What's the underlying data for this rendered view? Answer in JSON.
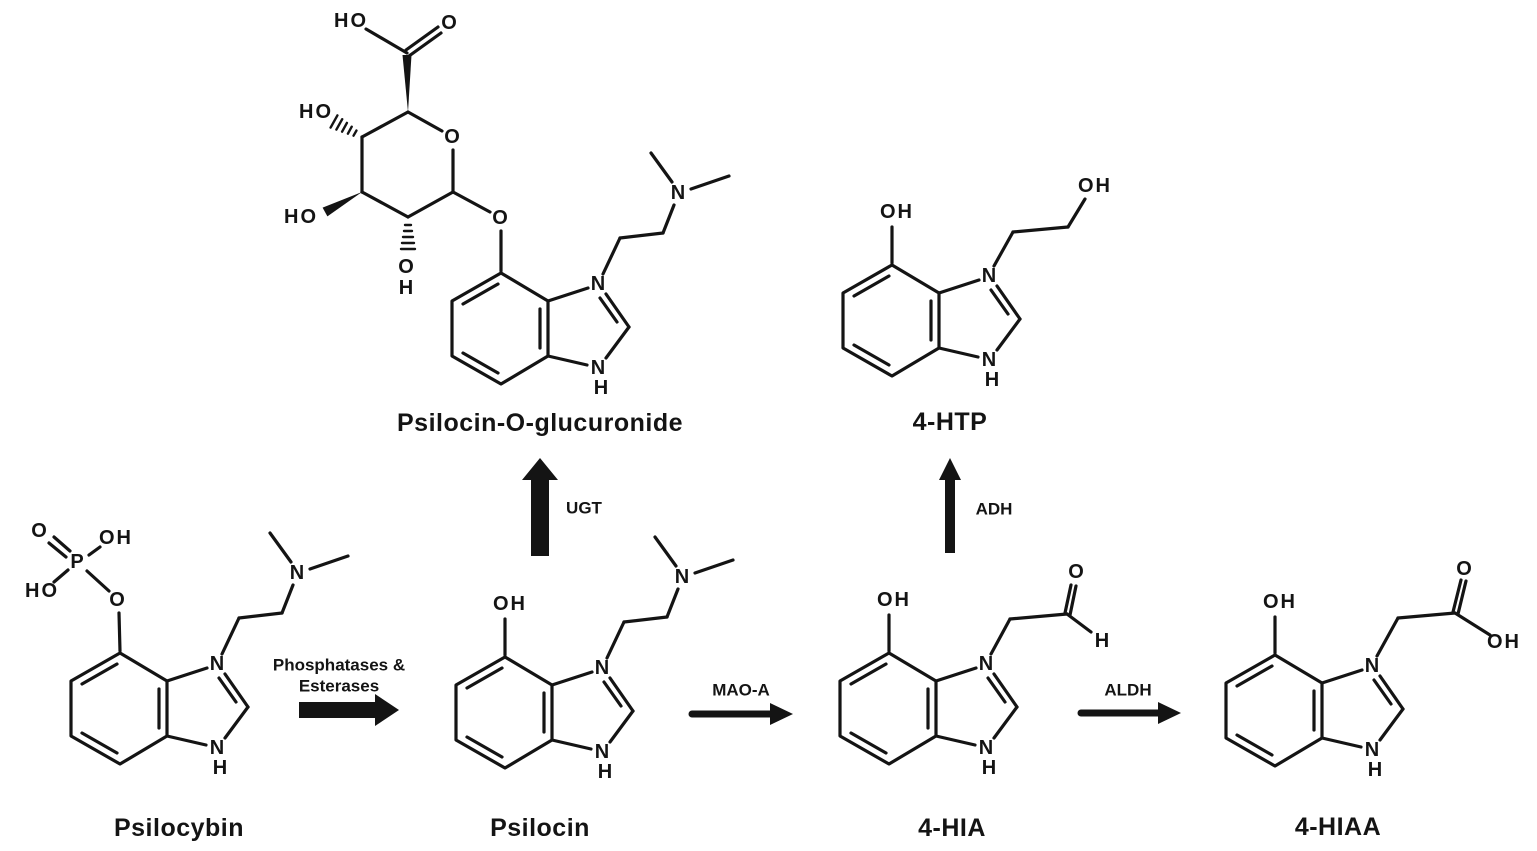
{
  "canvas": {
    "background": "#ffffff",
    "ink": "#141414"
  },
  "atoms": {
    "N": "N",
    "H": "H",
    "O": "O",
    "OH": "OH",
    "HO": "HO",
    "P": "P"
  },
  "compounds": {
    "psilocybin": {
      "name": "Psilocybin"
    },
    "psilocin": {
      "name": "Psilocin"
    },
    "glucuronide": {
      "name": "Psilocin-O-glucuronide"
    },
    "htp": {
      "name": "4-HTP"
    },
    "hia": {
      "name": "4-HIA"
    },
    "hiaa": {
      "name": "4-HIAA"
    }
  },
  "reactions": {
    "phosphatases": {
      "enzyme_line1": "Phosphatases &",
      "enzyme_line2": "Esterases",
      "from": "Psilocybin",
      "to": "Psilocin"
    },
    "ugt": {
      "enzyme": "UGT",
      "from": "Psilocin",
      "to": "Psilocin-O-glucuronide"
    },
    "mao": {
      "enzyme": "MAO-A",
      "from": "Psilocin",
      "to": "4-HIA"
    },
    "adh": {
      "enzyme": "ADH",
      "from": "4-HIA",
      "to": "4-HTP"
    },
    "aldh": {
      "enzyme": "ALDH",
      "from": "4-HIA",
      "to": "4-HIAA"
    }
  }
}
